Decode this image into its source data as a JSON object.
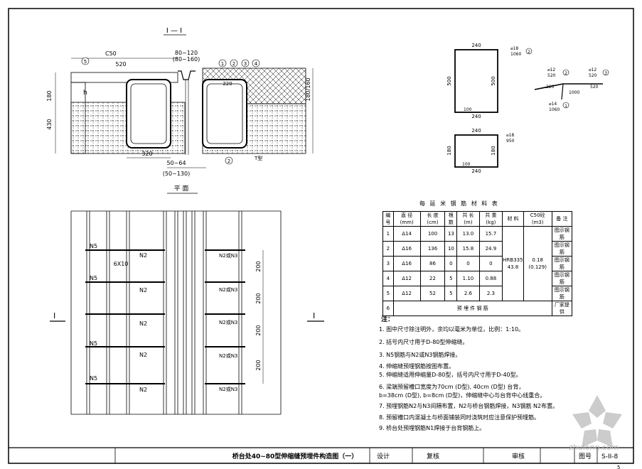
{
  "section_title": "I — I",
  "plan_title": "平   面",
  "section_marks": {
    "left": "I",
    "right": "I"
  },
  "dims": {
    "c50_label": "C50",
    "d520": "520",
    "gap_top": "80~120",
    "gap_top2": "(80~160)",
    "d220": "220",
    "d180": "180",
    "d430": "430",
    "d180_160": "180/160",
    "d320": "320",
    "gap_bottom": "50~64",
    "gap_bottom2": "(50~130)",
    "h_label": "h",
    "d6x10": "6X10",
    "d200": "200",
    "tm": "T型"
  },
  "callouts": [
    "5",
    "1",
    "2",
    "3",
    "4",
    "2"
  ],
  "plan_labels": {
    "n5": "N5",
    "n2": "N2",
    "n2n3": "N2或N3"
  },
  "rebar_shapes": {
    "shape1": {
      "top": "240",
      "side_left": "500",
      "side_right": "500",
      "bottom": "240",
      "inner": "100",
      "callout": "2",
      "spec": "⌀18",
      "len": "1060"
    },
    "shape2": {
      "top": "240",
      "side_left": "180",
      "side_right": "180",
      "bottom": "240",
      "inner": "100",
      "spec": "⌀18",
      "len": "950"
    },
    "shape3": {
      "a": "⌀12",
      "a_len": "520",
      "b": "⌀12",
      "b_len": "520",
      "d220": "220",
      "d1000": "1000",
      "d520": "520",
      "c": "⌀14",
      "c_len": "1060",
      "callouts": [
        "2",
        "3",
        "1"
      ]
    }
  },
  "table": {
    "title": "每 延 米 钢 筋 材 料 表",
    "headers": [
      "编号",
      "直 径\n(mm)",
      "长 度\n(cm)",
      "根 数",
      "共 长\n(m)",
      "共 重\n(kg)",
      "材 料",
      "C50砼\n(m3)",
      "备 注"
    ],
    "rows": [
      [
        "1",
        "Δ14",
        "100",
        "13",
        "13.0",
        "15.7"
      ],
      [
        "2",
        "Δ16",
        "136",
        "10",
        "15.8",
        "24.9"
      ],
      [
        "3",
        "Δ16",
        "86",
        "0",
        "0",
        "0"
      ],
      [
        "4",
        "Δ12",
        "22",
        "5",
        "1.10",
        "0.88"
      ],
      [
        "5",
        "Δ12",
        "52",
        "5",
        "2.6",
        "2.3"
      ],
      [
        "6",
        "预 埋 件 钢 筋",
        "",
        "",
        "",
        ""
      ]
    ],
    "material": "HRB335",
    "total": "43.8",
    "concrete": "0.18",
    "concrete2": "(0.129)",
    "remarks": [
      "图示钢筋",
      "图示钢筋",
      "图示钢筋",
      "图示钢筋",
      "图示钢筋",
      "厂家提供"
    ]
  },
  "notes": {
    "title": "注：",
    "items": [
      "1. 图中尺寸除注明外，余均以毫米为单位，比例：1:10。",
      "2. 括号内尺寸用于D-80型伸缩缝。",
      "3. N5钢筋与N2或N3钢筋焊接。",
      "4. 伸缩缝预埋钢筋按图布置。",
      "5. 伸缩缝适用伸缩量D-80型，括号内尺寸用于D-40型。",
      "6. 梁端预留槽口宽度为70cm (D型), 40cm (D型) 台背，",
      "   b=38cm (D型), b=8cm (D型)，伸缩缝中心与台背中心线重合。",
      "7. 预埋钢筋N2与N3间隔布置，N2与桥台钢筋焊接，N3钢筋   N2布置。",
      "8. 预留槽口内混凝土与桥面铺装同时浇筑时应注意保护预埋筋。",
      "9. 桥台处预埋钢筋N1焊接于台背钢筋上。"
    ]
  },
  "title_block": {
    "drawing_title": "桥台处40~80型伸缩缝预埋件构造图（一）",
    "design": "设计",
    "review": "复核",
    "approve": "审核",
    "figno_label": "图号",
    "figno": "S-II-8",
    "page": "5"
  },
  "watermark": "zhulong.com"
}
